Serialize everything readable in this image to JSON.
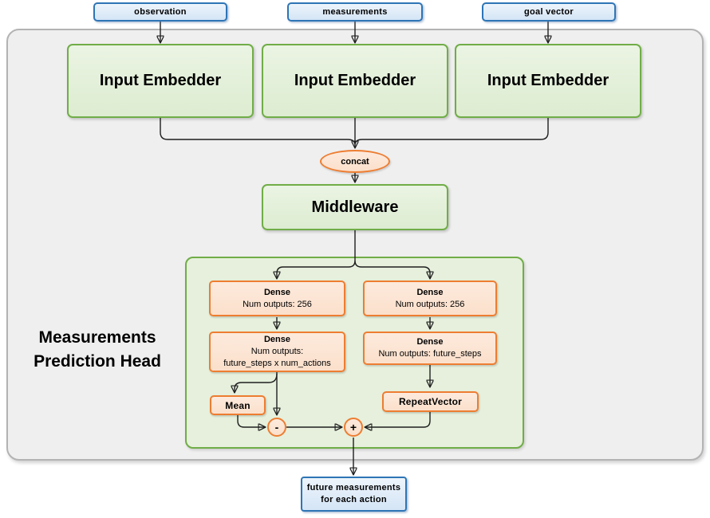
{
  "diagram": {
    "inputs": [
      {
        "label": "observation"
      },
      {
        "label": "measurements"
      },
      {
        "label": "goal vector"
      }
    ],
    "embedders": [
      {
        "label": "Input Embedder"
      },
      {
        "label": "Input Embedder"
      },
      {
        "label": "Input Embedder"
      }
    ],
    "concat_label": "concat",
    "middleware_label": "Middleware",
    "head": {
      "title_lines": [
        "Measurements",
        "Prediction Head"
      ],
      "dense_blocks": [
        {
          "title": "Dense",
          "lines": [
            "Num outputs: 256"
          ]
        },
        {
          "title": "Dense",
          "lines": [
            "Num outputs: 256"
          ]
        },
        {
          "title": "Dense",
          "lines": [
            "Num outputs:",
            "future_steps x num_actions"
          ]
        },
        {
          "title": "Dense",
          "lines": [
            "Num outputs: future_steps"
          ]
        }
      ],
      "mean_label": "Mean",
      "repeat_vector_label": "RepeatVector",
      "minus_label": "-",
      "plus_label": "+"
    },
    "output": {
      "lines": [
        "future measurements",
        "for each action"
      ]
    },
    "colors": {
      "blue_border": "#2e75b6",
      "blue_fill": "#d4e5f6",
      "green_border": "#70ad47",
      "green_fill": "#ddecd1",
      "panel_green_fill": "#e6f0dc",
      "orange_border": "#ed7d31",
      "orange_fill": "#fbe0cb",
      "gray_fill": "#efefef",
      "gray_border": "#b3b3b3",
      "line_color": "#1f1f1f"
    }
  }
}
